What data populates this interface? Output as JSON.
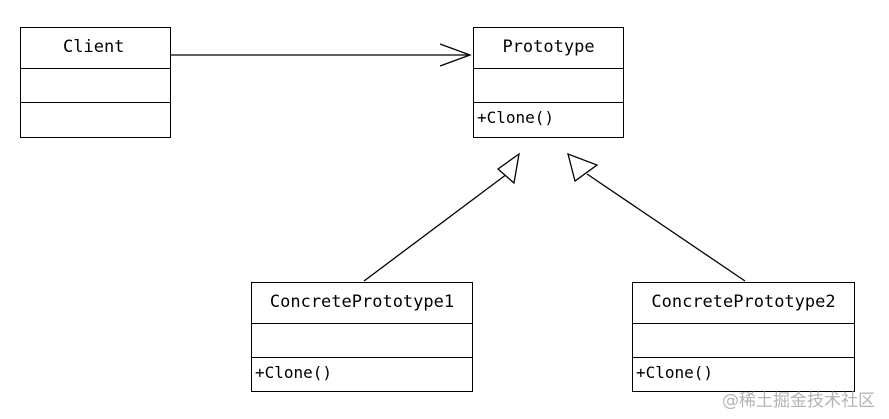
{
  "classes": {
    "client": {
      "name": "Client",
      "attributes": "",
      "operations": ""
    },
    "prototype": {
      "name": "Prototype",
      "attributes": "",
      "operations": "+Clone()"
    },
    "concrete1": {
      "name": "ConcretePrototype1",
      "attributes": "",
      "operations": "+Clone()"
    },
    "concrete2": {
      "name": "ConcretePrototype2",
      "attributes": "",
      "operations": "+Clone()"
    }
  },
  "relations": [
    {
      "type": "association",
      "from": "client",
      "to": "prototype"
    },
    {
      "type": "generalization",
      "from": "concrete1",
      "to": "prototype"
    },
    {
      "type": "generalization",
      "from": "concrete2",
      "to": "prototype"
    }
  ],
  "watermark": "@稀土掘金技术社区"
}
